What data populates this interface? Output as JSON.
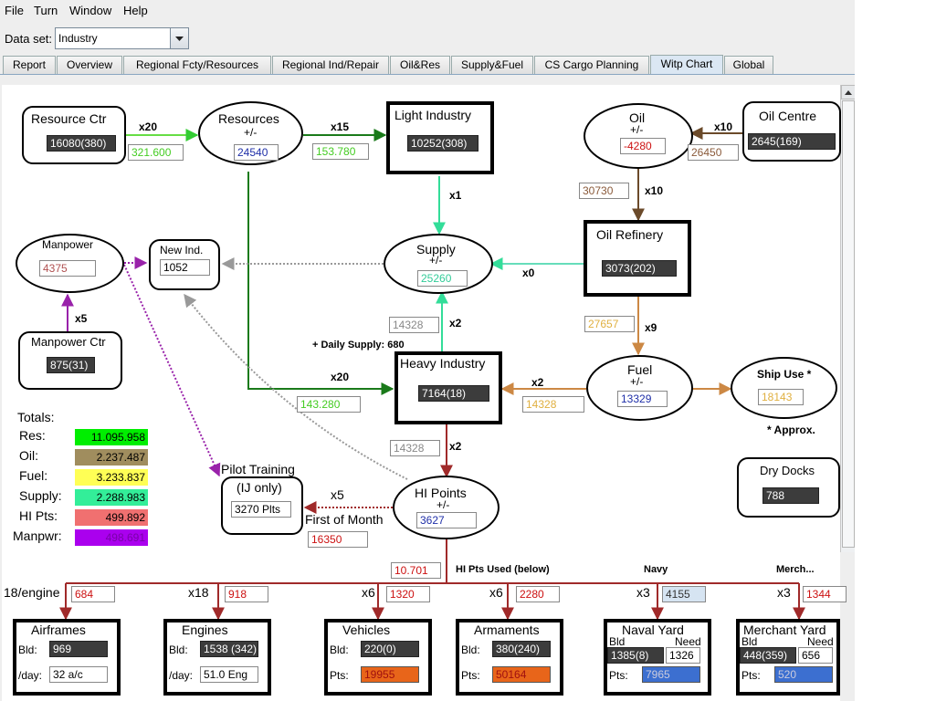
{
  "menu": {
    "file": "File",
    "turn": "Turn",
    "window": "Window",
    "help": "Help"
  },
  "dataset": {
    "label": "Data set:",
    "value": "Industry"
  },
  "tabs": [
    "Report",
    "Overview",
    "Regional Fcty/Resources",
    "Regional Ind/Repair",
    "Oil&Res",
    "Supply&Fuel",
    "CS Cargo Planning",
    "Witp Chart",
    "Global"
  ],
  "nodes": {
    "resource_ctr": {
      "title": "Resource Ctr",
      "value": "16080(380)"
    },
    "resources": {
      "title": "Resources",
      "sub": "+/-",
      "value": "24540"
    },
    "light_industry": {
      "title": "Light Industry",
      "value": "10252(308)"
    },
    "oil": {
      "title": "Oil",
      "sub": "+/-",
      "value": "-4280"
    },
    "oil_centre": {
      "title": "Oil Centre",
      "value": "2645(169)"
    },
    "manpower": {
      "title": "Manpower",
      "value": "4375"
    },
    "new_ind": {
      "title": "New Ind.",
      "value": "1052"
    },
    "supply": {
      "title": "Supply",
      "sub": "+/-",
      "value": "25260"
    },
    "oil_refinery": {
      "title": "Oil Refinery",
      "value": "3073(202)"
    },
    "manpower_ctr": {
      "title": "Manpower Ctr",
      "value": "875(31)"
    },
    "heavy_industry": {
      "title": "Heavy Industry",
      "value": "7164(18)"
    },
    "fuel": {
      "title": "Fuel",
      "sub": "+/-",
      "value": "13329"
    },
    "ship_use": {
      "title": "Ship Use *",
      "value": "18143"
    },
    "dry_docks": {
      "title": "Dry Docks",
      "value": "788"
    },
    "pilot_training": {
      "title": "Pilot Training",
      "sub": "(IJ only)",
      "value": "3270 Plts"
    },
    "hi_points": {
      "title": "HI Points",
      "sub": "+/-",
      "value": "3627"
    }
  },
  "flows": {
    "rc_res": {
      "mult": "x20",
      "value": "321.600"
    },
    "res_li": {
      "mult": "x15",
      "value": "153.780"
    },
    "oc_oil": {
      "mult": "x10",
      "value": "26450"
    },
    "oil_ref": {
      "mult": "x10",
      "value": "30730"
    },
    "li_sup": {
      "mult": "x1"
    },
    "ref_sup": {
      "mult": "x0"
    },
    "mp_mpctr": {
      "mult": "x5"
    },
    "hi_sup": {
      "mult": "x2",
      "value": "14328"
    },
    "ref_fuel": {
      "mult": "x9",
      "value": "27657"
    },
    "res_hi": {
      "mult": "x20",
      "value": "143.280"
    },
    "fuel_hi": {
      "mult": "x2",
      "value": "14328"
    },
    "hi_hip": {
      "mult": "x2",
      "value": "14328"
    },
    "hip_pilot": {
      "mult": "x5",
      "note": "First of Month",
      "value": "16350"
    }
  },
  "notes": {
    "daily_supply": "+ Daily Supply: 680",
    "approx": "* Approx.",
    "hi_used": "HI Pts Used (below)",
    "hi_used_value": "10.701",
    "navy": "Navy",
    "merch": "Merch..."
  },
  "totals": {
    "title": "Totals:",
    "rows": [
      {
        "label": "Res:",
        "value": "11.095.958",
        "color": "#00ee00"
      },
      {
        "label": "Oil:",
        "value": "2.237.487",
        "color": "#a08d5e"
      },
      {
        "label": "Fuel:",
        "value": "3.233.837",
        "color": "#ffff55"
      },
      {
        "label": "Supply:",
        "value": "2.288.983",
        "color": "#33ee99"
      },
      {
        "label": "HI Pts:",
        "value": "499.892",
        "color": "#f07070"
      },
      {
        "label": "Manpwr:",
        "value": "498.691",
        "color": "#aa00ee"
      }
    ]
  },
  "bottom": [
    {
      "mult": "18/engine",
      "used": "684",
      "title": "Airframes",
      "l1": "Bld:",
      "v1": "969",
      "l2": "/day:",
      "v2": "32 a/c"
    },
    {
      "mult": "x18",
      "used": "918",
      "title": "Engines",
      "l1": "Bld:",
      "v1": "1538 (342)",
      "l2": "/day:",
      "v2": "51.0 Eng"
    },
    {
      "mult": "x6",
      "used": "1320",
      "title": "Vehicles",
      "l1": "Bld:",
      "v1": "220(0)",
      "l2": "Pts:",
      "v2": "19955"
    },
    {
      "mult": "x6",
      "used": "2280",
      "title": "Armaments",
      "l1": "Bld:",
      "v1": "380(240)",
      "l2": "Pts:",
      "v2": "50164"
    },
    {
      "mult": "x3",
      "used": "4155",
      "title": "Naval Yard",
      "h1": "Bld",
      "h2": "Need",
      "v1": "1385(8)",
      "need": "1326",
      "l2": "Pts:",
      "v2": "7965"
    },
    {
      "mult": "x3",
      "used": "1344",
      "title": "Merchant Yard",
      "h1": "Bld",
      "h2": "Need",
      "v1": "448(359)",
      "need": "656",
      "l2": "Pts:",
      "v2": "520"
    }
  ]
}
